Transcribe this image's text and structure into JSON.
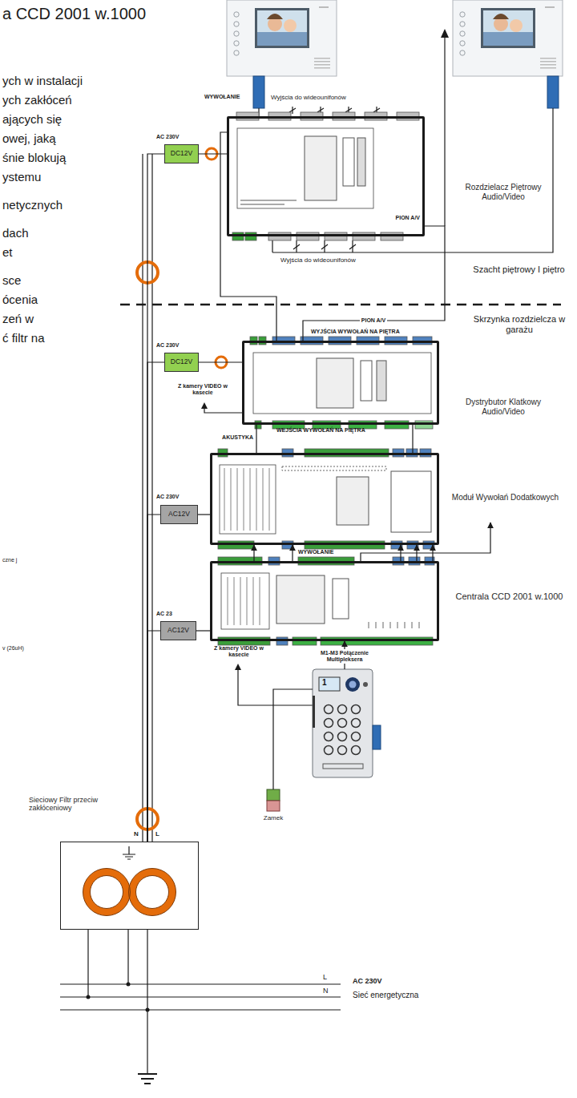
{
  "diagram": {
    "title": "a CCD 2001 w.1000",
    "nodes": [
      {
        "text": [
          "Rozdzielacz Piętrowy Audio/Video"
        ]
      },
      {
        "text": [
          "DC12V"
        ]
      },
      {
        "text": [
          "Dystrybutor Klatkowy Audio/Video"
        ]
      },
      {
        "text": [
          "DC12V"
        ]
      },
      {
        "text": [
          "Moduł Wywołań Dodatkowych"
        ]
      },
      {
        "text": [
          "AC12V"
        ]
      },
      {
        "text": [
          "Centrala CCD 2001 w.1000"
        ]
      },
      {
        "text": [
          "AC12V"
        ]
      },
      {
        "text": [
          "1"
        ]
      },
      {
        "text": [
          "Zamek"
        ]
      },
      {
        "text": [
          "Sieciowy Filtr przeciw zakłóceniowy"
        ]
      }
    ],
    "edges": [
      {
        "from": 1,
        "to": 0,
        "arrow": "none"
      },
      {
        "from": 2,
        "to": 0,
        "label": "PION A/V",
        "arrow": "none"
      },
      {
        "from": 2,
        "to": 0,
        "arrow": "none"
      },
      {
        "from": 3,
        "to": 2,
        "arrow": "none"
      },
      {
        "from": 4,
        "to": 2,
        "label": "AKUSTYKA",
        "arrow": "none"
      },
      {
        "from": 4,
        "to": 2,
        "arrow": "none"
      },
      {
        "from": 5,
        "to": 4,
        "arrow": "none"
      },
      {
        "from": 6,
        "to": 4,
        "arrow": "to"
      },
      {
        "from": 6,
        "to": 4,
        "arrow": "to"
      },
      {
        "from": 6,
        "to": 4,
        "arrow": "to"
      },
      {
        "from": 6,
        "to": 4,
        "arrow": "to"
      },
      {
        "from": 6,
        "to": 4,
        "arrow": "to"
      },
      {
        "from": 6,
        "to": 4,
        "arrow": "to"
      },
      {
        "from": 7,
        "to": 6,
        "arrow": "none"
      },
      {
        "from": 8,
        "to": 6,
        "label": "M1-M3 Połączenie Multipleksera",
        "arrow": "to"
      },
      {
        "from": 8,
        "to": 9,
        "arrow": "none"
      },
      {
        "from": 10,
        "to": 1,
        "arrow": "none"
      },
      {
        "from": 10,
        "to": 3,
        "arrow": "none"
      },
      {
        "from": 10,
        "to": 5,
        "arrow": "none"
      },
      {
        "from": 10,
        "to": 7,
        "arrow": "none"
      }
    ],
    "labels": [
      "WYWOŁANIE",
      "Wyjścia do wideounifonów",
      "PION A/V",
      "Wyjścia do wideounifonów",
      "Szacht piętrowy I piętro",
      "Skrzynka rozdzielcza w garażu",
      "AC 230V",
      "AC 230V",
      "Z kamery VIDEO w kasecie",
      "WYJŚCIA WYWOŁAŃ NA PIĘTRA",
      "WEJŚCIA WYWOŁAŃ NA PIĘTRA",
      "AC 230V",
      "WYWOŁANIE",
      "AC 23",
      "Z kamery VIDEO w kasecie",
      "N",
      "L",
      "L",
      "N",
      "AC 230V",
      "Sieć energetyczna",
      "ych w instalacji",
      "ych zakłóceń",
      "ających się",
      "owej, jaką",
      "śnie blokują",
      "ystemu",
      "netycznych",
      "dach",
      "et",
      "sce",
      "ócenia",
      "zeń w",
      "ć filtr na",
      "czne j",
      "v (26uH)"
    ]
  }
}
